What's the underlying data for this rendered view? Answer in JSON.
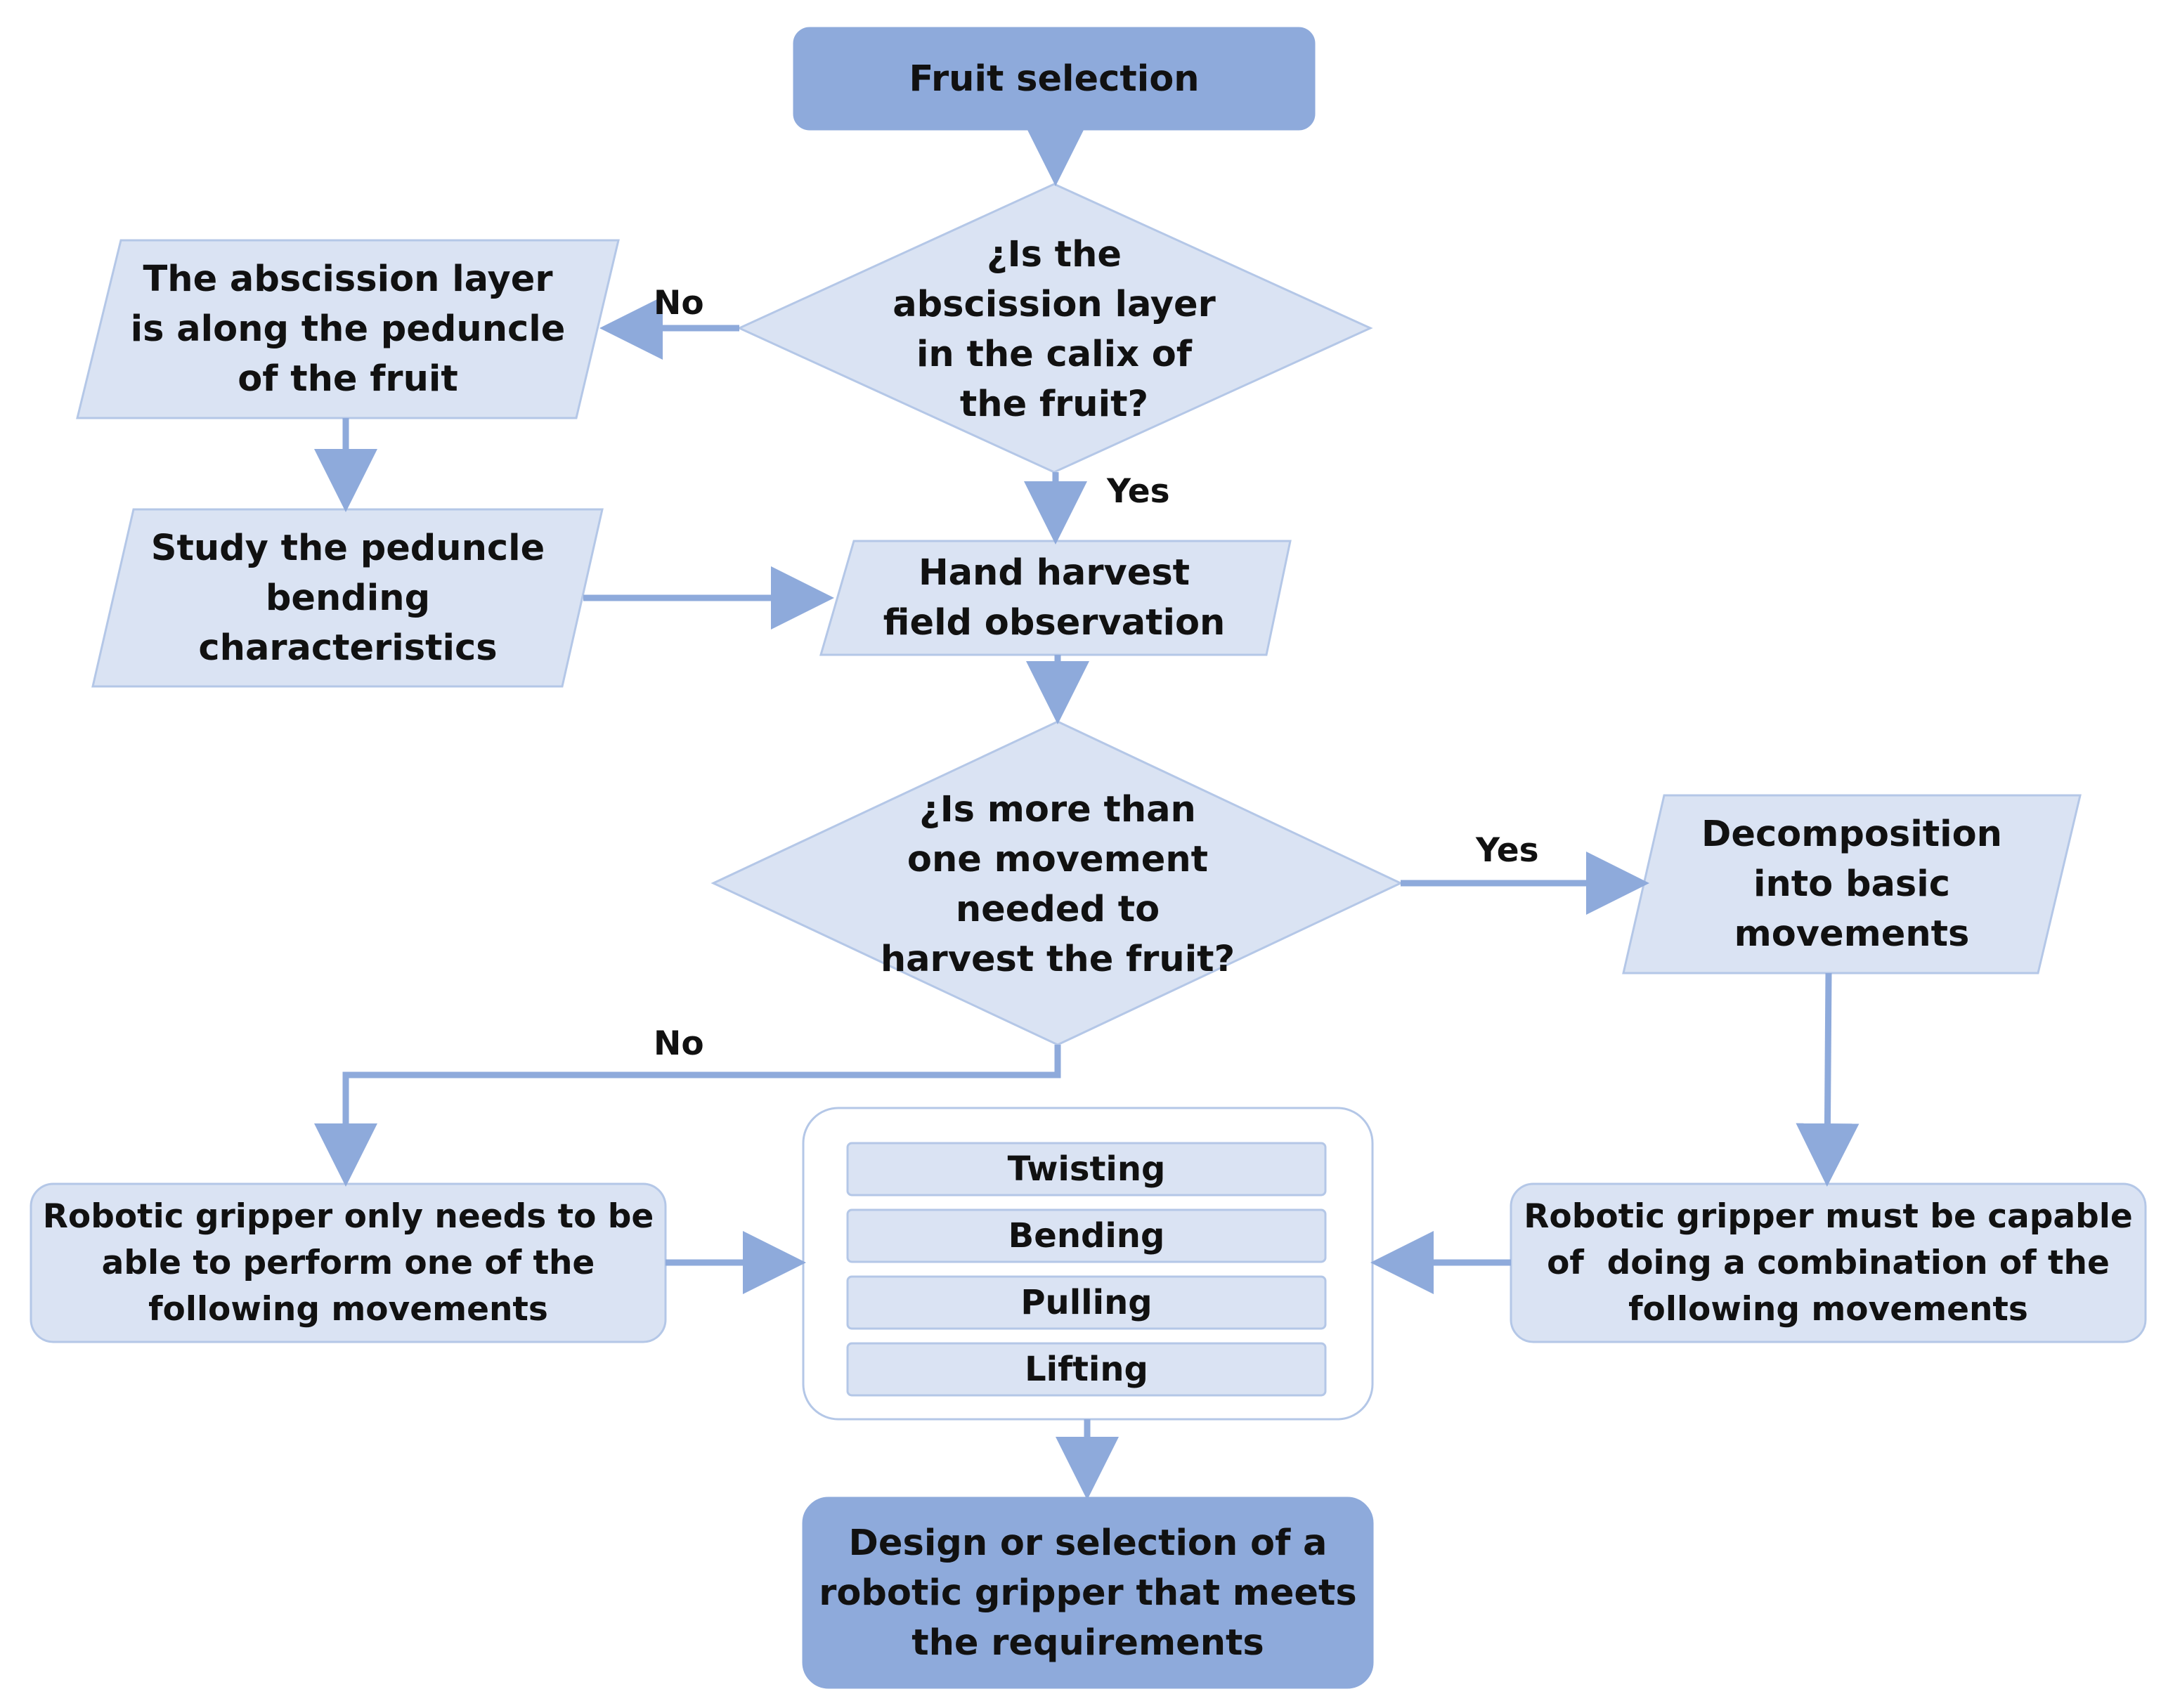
{
  "colors": {
    "dark_fill": "#8eaadb",
    "light_fill": "#dae3f3",
    "border": "#b4c7e7",
    "arrow": "#8eaadb",
    "text": "#111111"
  },
  "nodes": {
    "fruit_selection": "Fruit selection",
    "decision_calix": [
      "¿Is the",
      "abscission layer",
      "in the calix of",
      "the fruit?"
    ],
    "peduncle_layer": [
      "The abscission layer",
      "is along the peduncle",
      "of the fruit"
    ],
    "study_bending": [
      "Study the peduncle",
      "bending",
      "characteristics"
    ],
    "hand_harvest": [
      "Hand harvest",
      "field observation"
    ],
    "decision_movement": [
      "¿Is more than",
      "one movement",
      "needed to",
      "harvest the fruit?"
    ],
    "decomposition": [
      "Decomposition",
      "into basic",
      "movements"
    ],
    "gripper_one": [
      "Robotic gripper only needs to be",
      "able to perform one of the",
      "following movements"
    ],
    "gripper_combination": [
      "Robotic gripper must be capable",
      "of  doing a combination of the",
      "following movements"
    ],
    "design_gripper": [
      "Design or selection of a",
      "robotic gripper that meets",
      "the requirements"
    ]
  },
  "movements": [
    "Twisting",
    "Bending",
    "Pulling",
    "Lifting"
  ],
  "edge_labels": {
    "calix_no": "No",
    "calix_yes": "Yes",
    "movement_yes": "Yes",
    "movement_no": "No"
  }
}
